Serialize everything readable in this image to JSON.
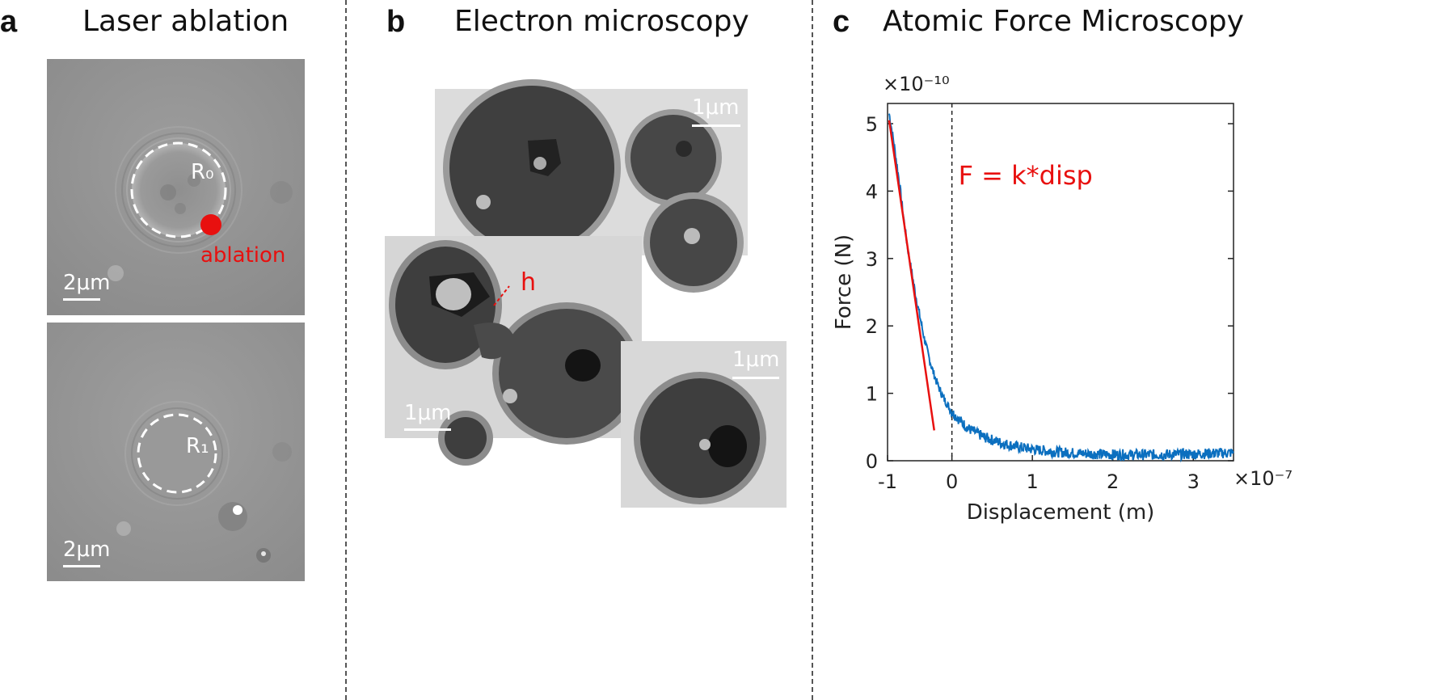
{
  "panels": {
    "a": {
      "letter": "a",
      "title": "Laser ablation",
      "top_image": {
        "radius_label": "R₀",
        "ablation_label": "ablation",
        "scalebar": "2μm"
      },
      "bottom_image": {
        "radius_label": "R₁",
        "scalebar": "2μm"
      }
    },
    "b": {
      "letter": "b",
      "title": "Electron microscopy",
      "images": [
        {
          "scalebar": "1μm"
        },
        {
          "scalebar": "1μm",
          "annotation": "h"
        },
        {
          "scalebar": "1μm"
        }
      ]
    },
    "c": {
      "letter": "c",
      "title": "Atomic Force Microscopy",
      "annotation": "F = k*disp"
    }
  },
  "colors": {
    "annotation_red": "#e8100f",
    "data_blue": "#0b6fbf",
    "fit_red": "#e8100f"
  },
  "chart_data": {
    "type": "line",
    "title": "",
    "xlabel": "Displacement (m)",
    "ylabel": "Force (N)",
    "x_exponent_label": "×10⁻⁷",
    "y_exponent_label": "×10⁻¹⁰",
    "xlim": [
      -0.8,
      3.5
    ],
    "ylim": [
      0,
      5.3
    ],
    "xticks": [
      -1,
      0,
      1,
      2,
      3
    ],
    "yticks": [
      0,
      1,
      2,
      3,
      4,
      5
    ],
    "xtick_labels": [
      "-1",
      "0",
      "1",
      "2",
      "3"
    ],
    "ytick_labels": [
      "0",
      "1",
      "2",
      "3",
      "4",
      "5"
    ],
    "zero_line_x": 0,
    "series": [
      {
        "style": "noisy-line",
        "x": [
          -0.78,
          -0.72,
          -0.65,
          -0.6,
          -0.55,
          -0.5,
          -0.45,
          -0.4,
          -0.35,
          -0.3,
          -0.25,
          -0.2,
          -0.15,
          -0.1,
          -0.05,
          0,
          0.1,
          0.2,
          0.4,
          0.6,
          0.8,
          1.0,
          1.3,
          1.6,
          2.0,
          2.5,
          3.0,
          3.5
        ],
        "y": [
          5.15,
          4.7,
          4.1,
          3.6,
          3.15,
          2.8,
          2.45,
          2.15,
          1.85,
          1.6,
          1.38,
          1.2,
          1.05,
          0.92,
          0.82,
          0.72,
          0.6,
          0.48,
          0.35,
          0.27,
          0.21,
          0.17,
          0.13,
          0.11,
          0.09,
          0.09,
          0.1,
          0.12
        ]
      },
      {
        "style": "fit-line",
        "x": [
          -0.78,
          -0.22
        ],
        "y": [
          5.05,
          0.45
        ]
      }
    ],
    "grid": false,
    "legend": "none"
  }
}
